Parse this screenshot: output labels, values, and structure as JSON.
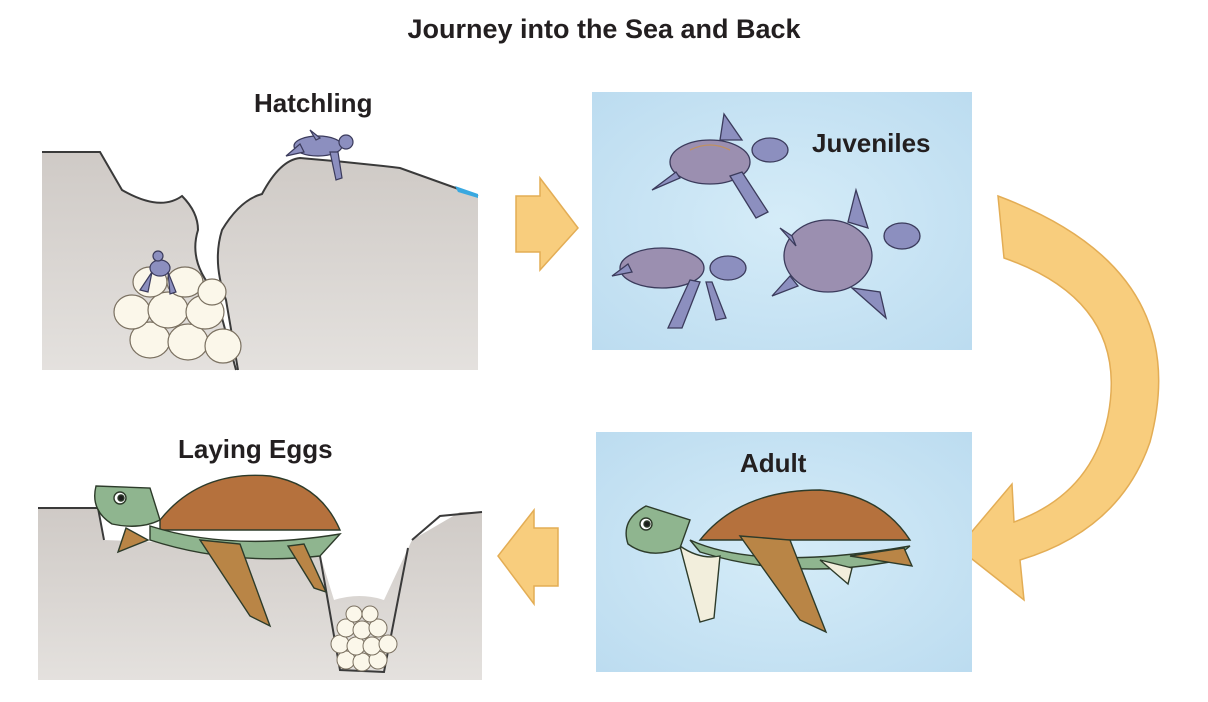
{
  "title": "Journey into the Sea and Back",
  "stages": {
    "hatchling": "Hatchling",
    "juveniles": "Juveniles",
    "adult": "Adult",
    "laying_eggs": "Laying Eggs"
  },
  "colors": {
    "sand": "#d3cfcc",
    "water": "#c4e2f4",
    "arrow": "#f8cd7d",
    "arrow_stroke": "#e3ad55",
    "turtle_shell_adult": "#b5713d",
    "turtle_skin_adult": "#8fb58f",
    "turtle_juvenile": "#8c8fbf",
    "egg": "#fbf7ea"
  }
}
